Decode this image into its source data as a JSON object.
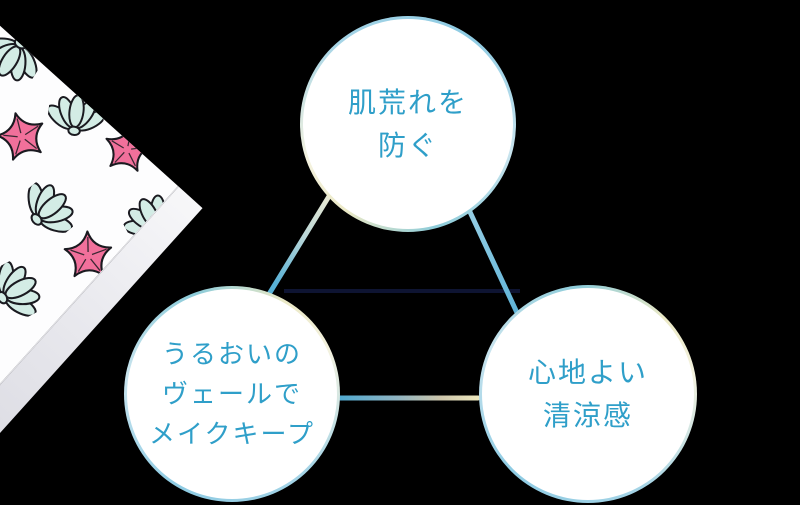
{
  "background_color": "#000000",
  "diagram": {
    "text_color": "#2f9fc9",
    "circles": [
      {
        "id": "prevent-rough-skin",
        "lines": [
          "肌荒れを",
          "防ぐ"
        ]
      },
      {
        "id": "moisture-veil-makeup-keep",
        "lines": [
          "うるおいの",
          "ヴェールで",
          "メイクキープ"
        ]
      },
      {
        "id": "pleasant-cooling",
        "lines": [
          "心地よい",
          "清涼感"
        ]
      }
    ],
    "connector_colors": {
      "blue": "#58b1d6",
      "pale_yellow": "#ece7bd",
      "navy_accent": "#0e1432"
    },
    "ring_colors": {
      "blue": "#8ecbe3",
      "teal": "#8ccbd9",
      "yellow": "#ebe9c6"
    }
  },
  "decoration": {
    "description": "seashell-and-starfish patterned box corner",
    "motifs": [
      "scallop-shell",
      "starfish"
    ],
    "colors": {
      "face": "#fdfdfe",
      "edge_band": "#d6d6de",
      "shell_fill": "#d3ece5",
      "starfish_fill": "#f1709b",
      "outline": "#1a1a20"
    }
  }
}
